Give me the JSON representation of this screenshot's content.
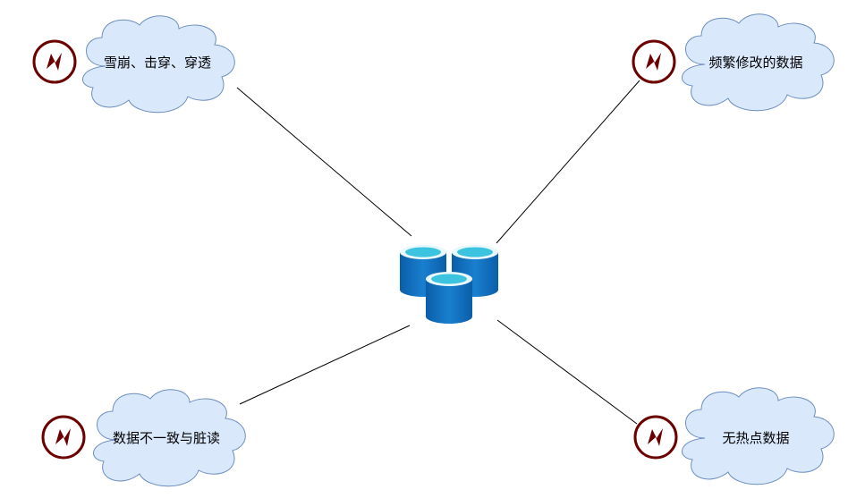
{
  "colors": {
    "cloud_fill": "#dae8fc",
    "cloud_stroke": "#6c8ebf",
    "connector": "#000000",
    "alert_ring": "#6b0000",
    "alert_bolt": "#6b0000",
    "db_body": "#0a62b0",
    "db_top_outer": "#7fdcf0",
    "db_top_inner": "#3cc3e0"
  },
  "center": {
    "icon": "database-cluster-icon"
  },
  "nodes": [
    {
      "label": "雪崩、击穿、穿透",
      "icon": "lightning-alert-icon"
    },
    {
      "label": "频繁修改的数据",
      "icon": "lightning-alert-icon"
    },
    {
      "label": "数据不一致与脏读",
      "icon": "lightning-alert-icon"
    },
    {
      "label": "无热点数据",
      "icon": "lightning-alert-icon"
    }
  ]
}
